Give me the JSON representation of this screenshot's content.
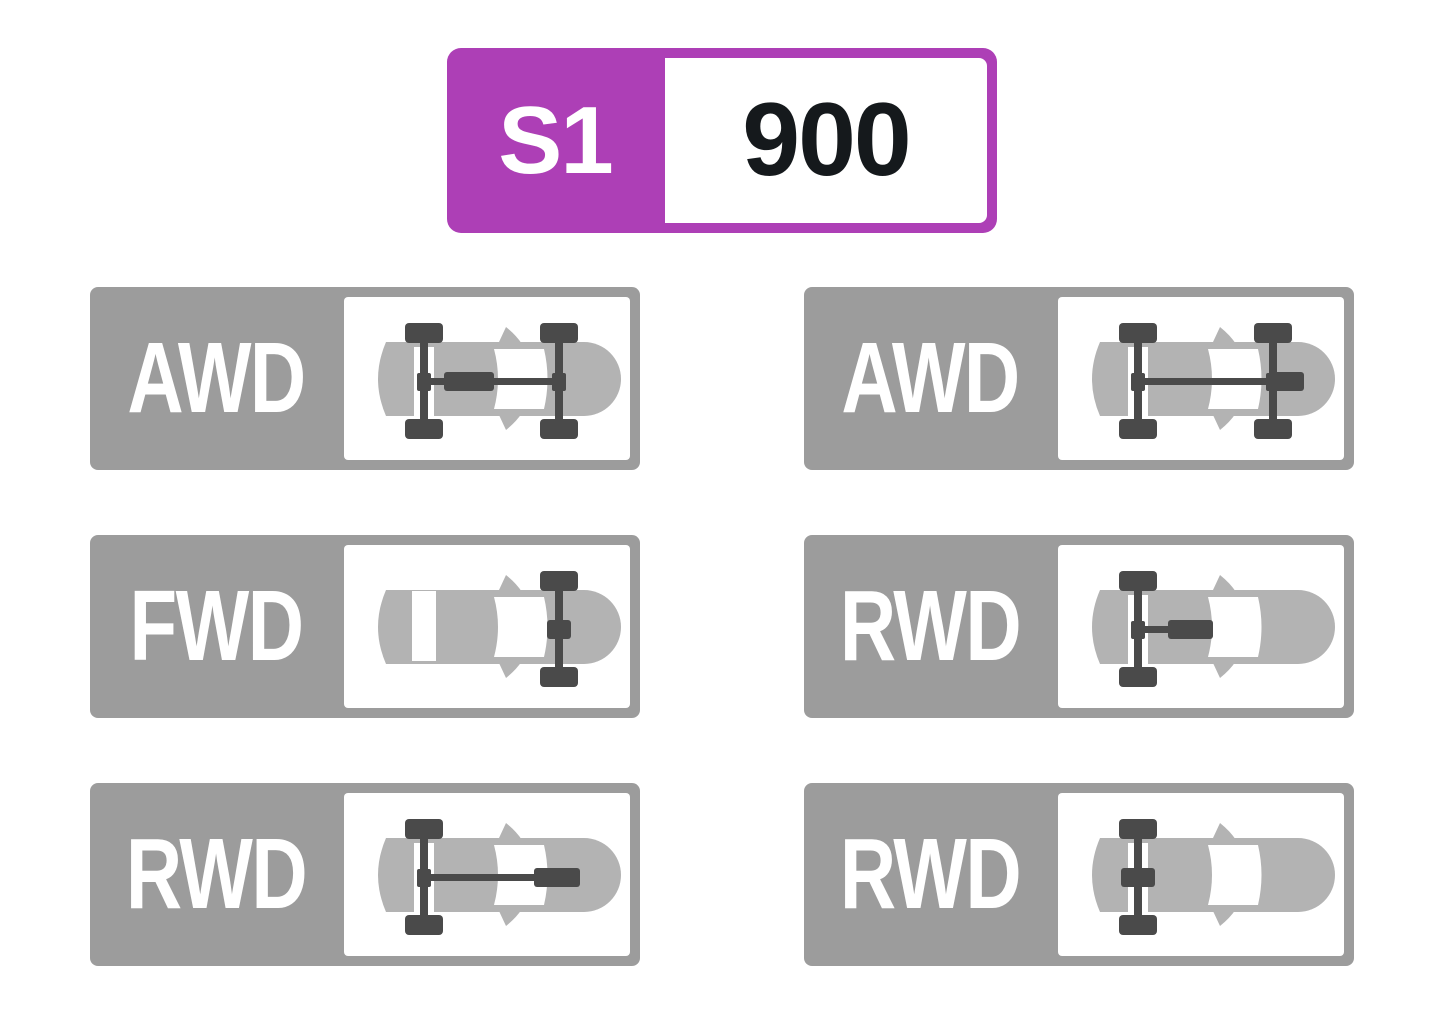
{
  "performance_index": {
    "class": "S1",
    "value": "900",
    "class_color": "#ad3fb6"
  },
  "drivetrain_badges": [
    {
      "label": "AWD",
      "icon": "awd-mid-engine-icon"
    },
    {
      "label": "AWD",
      "icon": "awd-front-engine-icon"
    },
    {
      "label": "FWD",
      "icon": "fwd-icon"
    },
    {
      "label": "RWD",
      "icon": "rwd-mid-engine-icon"
    },
    {
      "label": "RWD",
      "icon": "rwd-front-engine-icon"
    },
    {
      "label": "RWD",
      "icon": "rwd-rear-engine-icon"
    }
  ],
  "colors": {
    "badge_gray": "#9c9c9c",
    "car_body": "#b3b3b3",
    "drivetrain": "#4a4a4a"
  }
}
